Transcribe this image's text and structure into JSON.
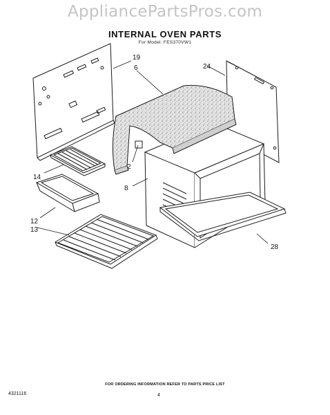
{
  "watermark": "AppliancePartsPros.com",
  "title": "INTERNAL OVEN PARTS",
  "subtitle": "For Model: FES370VW1",
  "callouts": {
    "c19": "19",
    "c6": "6",
    "c24": "24",
    "c2": "2",
    "c14": "14",
    "c8": "8",
    "c12": "12",
    "c13": "13",
    "c28": "28"
  },
  "footer": {
    "note": "FOR ORDERING INFORMATION REFER TO PARTS PRICE LIST",
    "page_number": "4",
    "doc_number": "4321116"
  },
  "colors": {
    "line": "#1a1a1a",
    "insulation": "#d9d9d9",
    "watermark": "#c4c4c4"
  }
}
